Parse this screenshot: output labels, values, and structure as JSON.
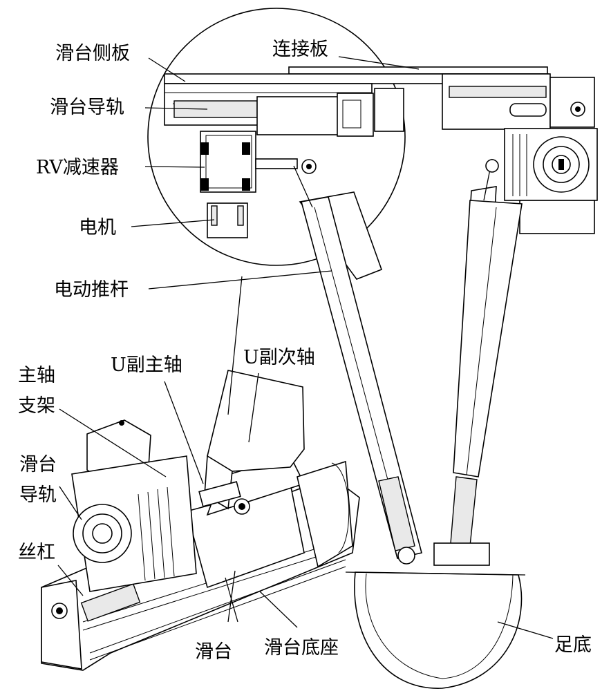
{
  "labels": {
    "slide_side_plate": "滑台侧板",
    "slide_guide_top": "滑台导轨",
    "rv_reducer": "RV减速器",
    "motor": "电机",
    "connect_plate": "连接板",
    "electric_actuator": "电动推杆",
    "u_main_shaft": "U副主轴",
    "u_secondary_shaft": "U副次轴",
    "main_shaft_bracket_1": "主轴",
    "main_shaft_bracket_2": "支架",
    "slide_guide_left_1": "滑台",
    "slide_guide_left_2": "导轨",
    "lead_screw": "丝杠",
    "slide_table": "滑台",
    "slide_base": "滑台底座",
    "foot_sole": "足底"
  }
}
